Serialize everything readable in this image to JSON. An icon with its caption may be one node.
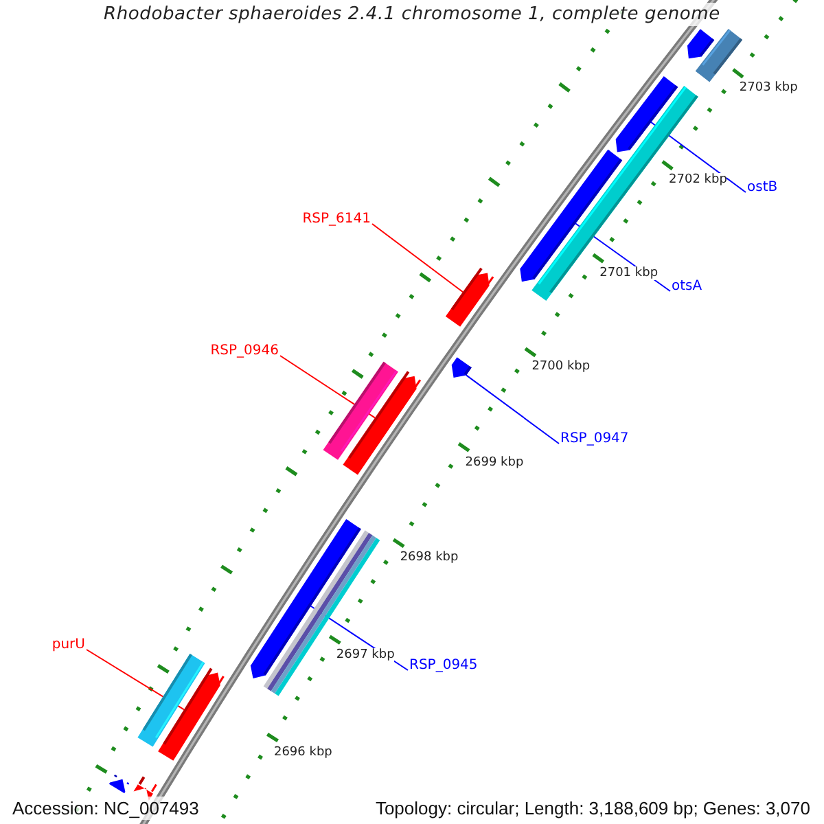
{
  "diagram": {
    "title": "Rhodobacter sphaeroides 2.4.1 chromosome 1, complete genome",
    "nodes": [
      {
        "text": [
          "ostB"
        ]
      },
      {
        "text": [],
        "shape": "bar"
      },
      {
        "text": [
          "RSP_6141"
        ]
      },
      {
        "text": [],
        "shape": "bar"
      },
      {
        "text": [
          "otsA"
        ]
      },
      {
        "text": [],
        "shape": "bar"
      },
      {
        "text": [
          "RSP_0946"
        ]
      },
      {
        "text": [],
        "shape": "bar"
      },
      {
        "text": [
          "RSP_0947"
        ]
      },
      {
        "text": [],
        "shape": "bar"
      },
      {
        "text": [
          "RSP_0945"
        ]
      },
      {
        "text": [],
        "shape": "bar"
      },
      {
        "text": [
          "purU"
        ]
      },
      {
        "text": [],
        "shape": "bar"
      },
      {
        "text": [],
        "shape": "bar"
      },
      {
        "text": [],
        "shape": "bar"
      },
      {
        "text": [],
        "shape": "bar"
      },
      {
        "text": [],
        "shape": "bar"
      },
      {
        "text": [],
        "shape": "bar"
      },
      {
        "text": [],
        "shape": "bar"
      },
      {
        "text": [],
        "shape": "bar"
      },
      {
        "text": [],
        "shape": "bar"
      }
    ],
    "edges": [
      {
        "from": 0,
        "to": 1,
        "arrow": "none"
      },
      {
        "from": 2,
        "to": 3,
        "arrow": "none",
        "color": "#ff0000"
      },
      {
        "from": 4,
        "to": 5,
        "arrow": "none"
      },
      {
        "from": 6,
        "to": 7,
        "arrow": "none",
        "color": "#ff0000"
      },
      {
        "from": 8,
        "to": 9,
        "arrow": "none"
      },
      {
        "from": 10,
        "to": 11,
        "arrow": "none"
      },
      {
        "from": 12,
        "to": 13,
        "arrow": "none",
        "color": "#ff0000"
      }
    ],
    "labels": [
      "2703 kbp",
      "2702 kbp",
      "2701 kbp",
      "2700 kbp",
      "2699 kbp",
      "2698 kbp",
      "2697 kbp",
      "2696 kbp",
      "Accession: NC_007493",
      "Topology: circular; Length: 3,188,609 bp; Genes: 3,070"
    ]
  }
}
